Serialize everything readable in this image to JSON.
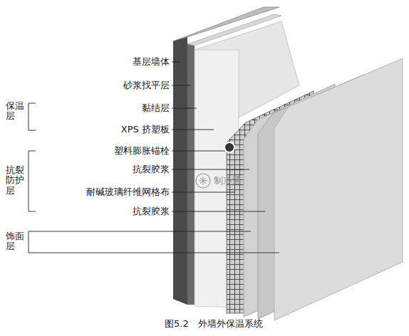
{
  "diagram": {
    "caption": "图5.2　外墙外保温系统",
    "labels": [
      "基层墙体",
      "保温层",
      "砂浆找平层",
      "黏结层",
      "XPS 挤塑板",
      "抗裂防护层",
      "塑料膨胀锚栓",
      "抗裂胶浆",
      "耐碱玻璃纤维网格布",
      "抗裂胶浆",
      "饰面层",
      "制冷通"
    ]
  }
}
